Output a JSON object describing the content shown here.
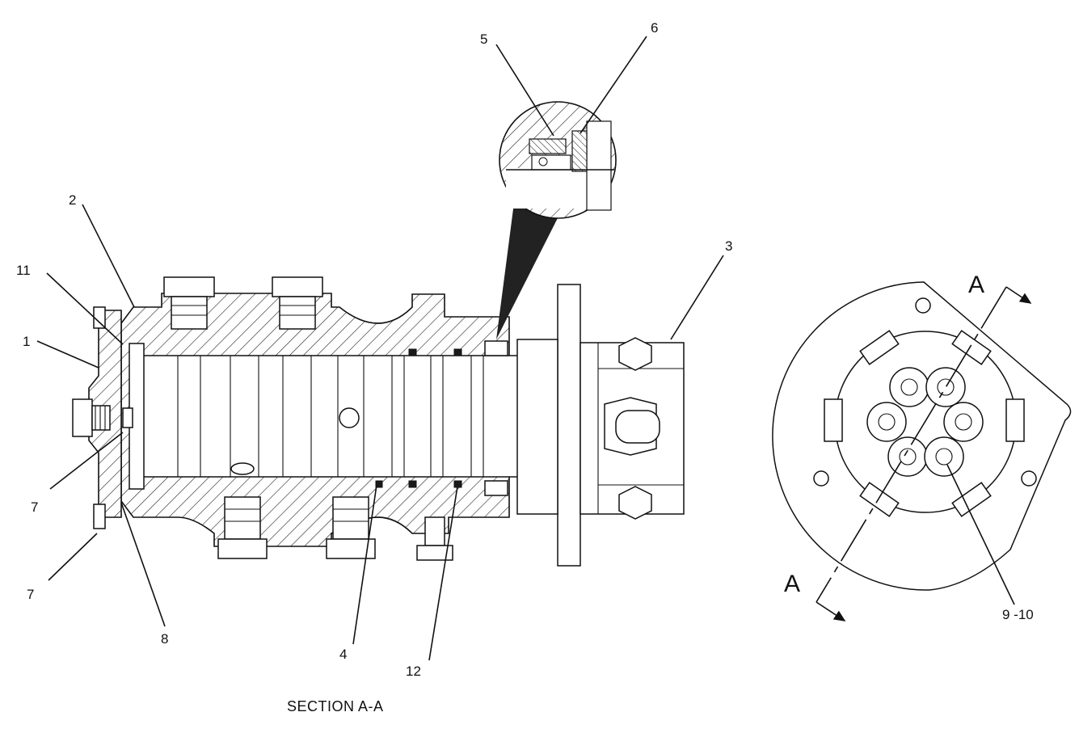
{
  "drawing": {
    "section_title": "SECTION A-A",
    "section_marks": [
      "A",
      "A"
    ],
    "callouts": {
      "c1": "1",
      "c2": "2",
      "c3": "3",
      "c4": "4",
      "c5": "5",
      "c6": "6",
      "c7a": "7",
      "c7b": "7",
      "c8": "8",
      "c910": "9 -10",
      "c11": "11",
      "c12": "12"
    }
  }
}
